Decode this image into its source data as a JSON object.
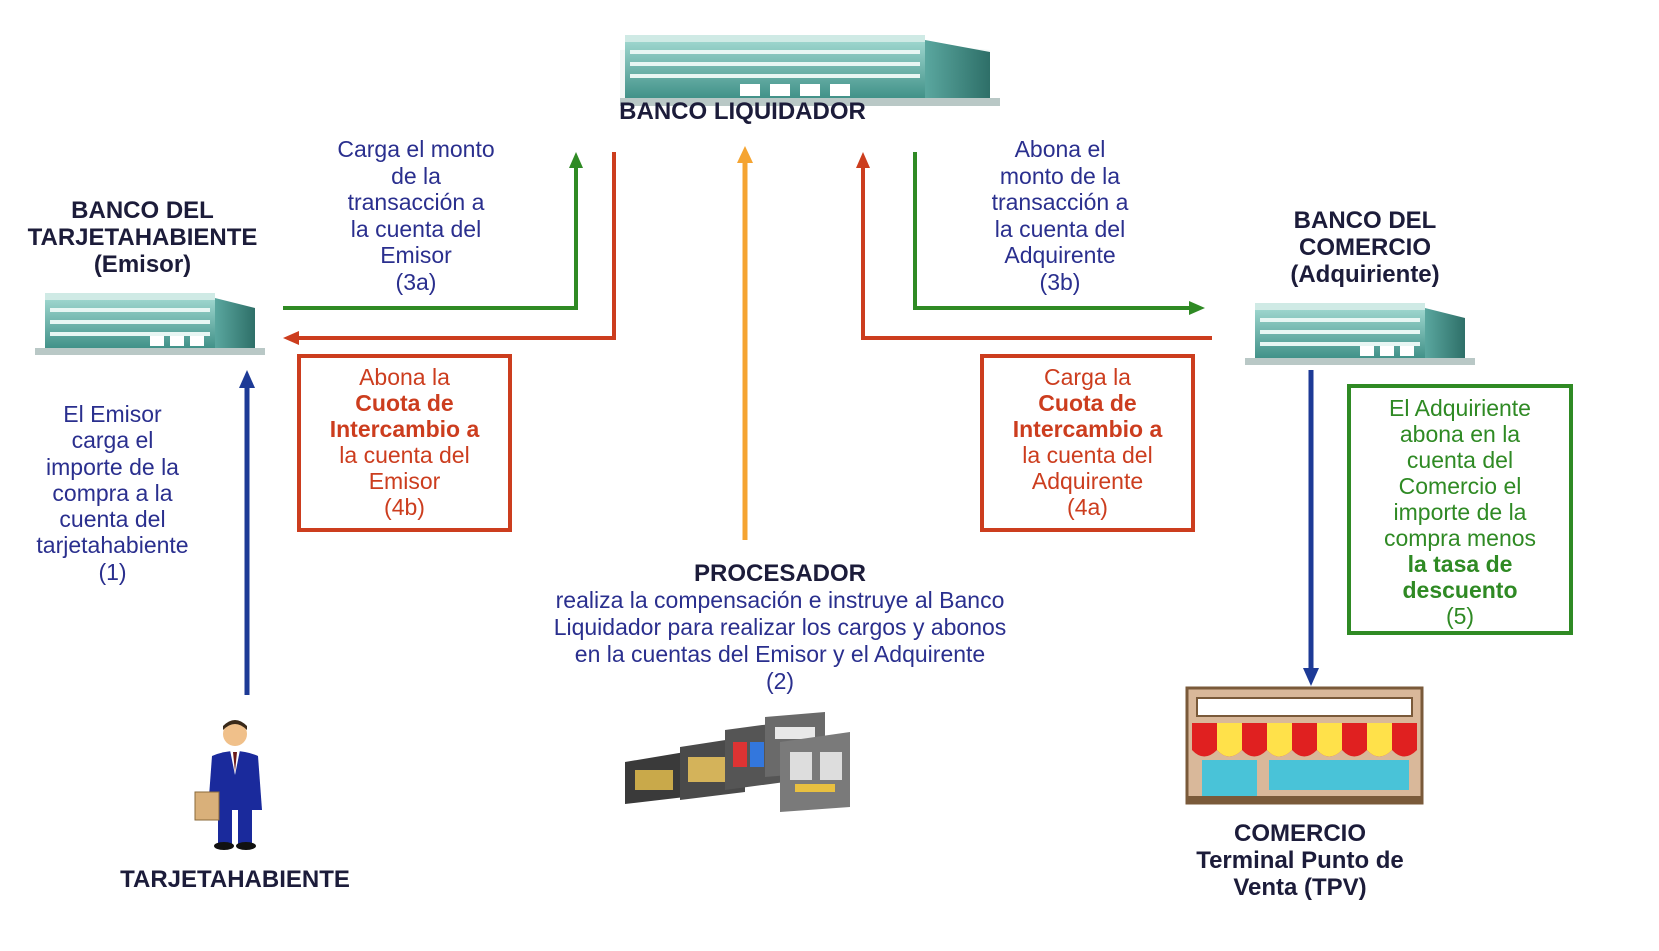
{
  "colors": {
    "blue": "#2a2f8e",
    "red": "#cc3d1e",
    "green": "#2f8a24",
    "orange": "#f5a431",
    "navy_arrow": "#1d3a96",
    "title": "#1c1c3a",
    "building": "#5aa79f"
  },
  "banco_liquidador": {
    "title": "BANCO LIQUIDADOR",
    "icon": "building-icon"
  },
  "banco_emisor": {
    "line1": "BANCO DEL",
    "line2": "TARJETAHABIENTE",
    "line3": "(Emisor)",
    "icon": "building-icon"
  },
  "banco_comercio": {
    "line1": "BANCO DEL",
    "line2": "COMERCIO",
    "line3": "(Adquiriente)",
    "icon": "building-icon"
  },
  "step_3a": [
    "Carga el monto",
    "de la",
    "transacción a",
    "la cuenta del",
    "Emisor",
    "(3a)"
  ],
  "step_3b": [
    "Abona el",
    "monto de la",
    "transacción a",
    "la cuenta del",
    "Adquirente",
    "(3b)"
  ],
  "step_4b": {
    "l1": "Abona la",
    "l2": "Cuota de",
    "l3": "Intercambio a",
    "l4": "la cuenta del",
    "l5": "Emisor",
    "l6": "(4b)"
  },
  "step_4a": {
    "l1": "Carga la",
    "l2": "Cuota de",
    "l3": "Intercambio a",
    "l4": "la cuenta del",
    "l5": "Adquirente",
    "l6": "(4a)"
  },
  "step_1": [
    "El Emisor",
    "carga el",
    "importe de la",
    "compra a la",
    "cuenta del",
    "tarjetahabiente",
    "(1)"
  ],
  "step_5": {
    "l1": "El Adquiriente",
    "l2": "abona en la",
    "l3": "cuenta del",
    "l4": "Comercio el",
    "l5": "importe de la",
    "l6": "compra menos",
    "l7": "la tasa de",
    "l8": "descuento",
    "l9": "(5)"
  },
  "procesador": {
    "title": "PROCESADOR",
    "lines": [
      "realiza la compensación e instruye al Banco",
      "Liquidador para realizar los cargos y abonos",
      "en la cuentas del Emisor y el Adquirente",
      "(2)"
    ],
    "icon": "mainframe-computer-icon"
  },
  "tarjetahabiente": {
    "title": "TARJETAHABIENTE",
    "icon": "businessman-icon"
  },
  "comercio": {
    "line1": "COMERCIO",
    "line2": "Terminal Punto de",
    "line3": "Venta (TPV)",
    "icon": "storefront-icon"
  }
}
